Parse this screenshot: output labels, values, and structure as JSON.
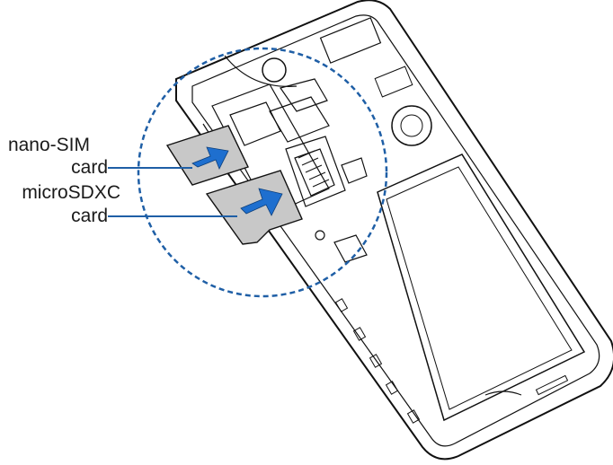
{
  "labels": {
    "nano_sim_line1": "nano-SIM",
    "nano_sim_line2": "card",
    "microsd_line1": "microSDXC",
    "microsd_line2": "card"
  },
  "colors": {
    "outline": "#111111",
    "callout_blue": "#1f5fa6",
    "arrow_blue": "#1e6fcf",
    "card_gray": "#c8c8c8",
    "battery_fill": "#ffffff"
  },
  "icons": {
    "sim_arrow": "arrow-right-icon",
    "sd_arrow": "arrow-right-icon"
  }
}
